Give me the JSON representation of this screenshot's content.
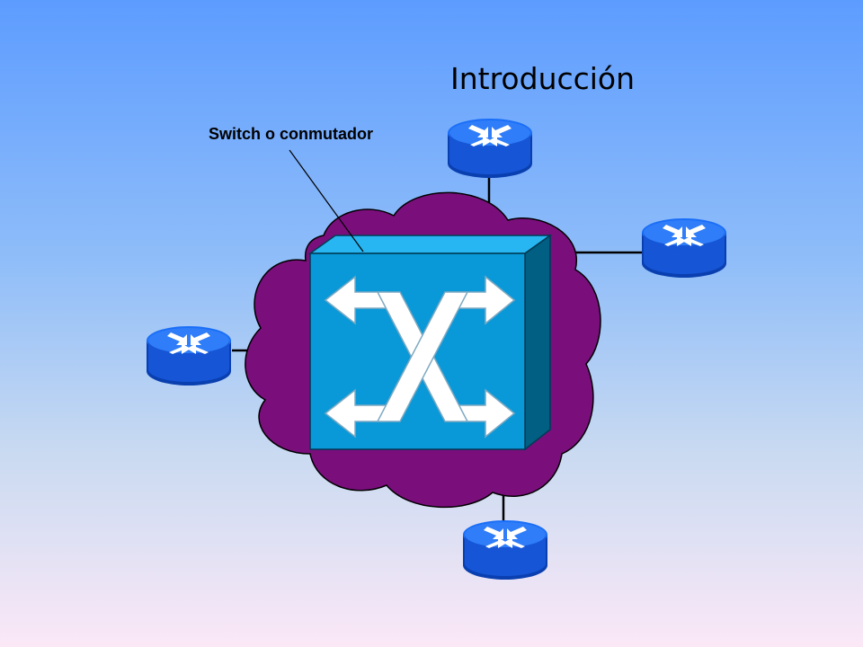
{
  "slide": {
    "title": "Introducción",
    "switch_label": "Switch o conmutador"
  },
  "colors": {
    "cloud": "#7a0f7c",
    "switch_front": "#0a99d8",
    "switch_top": "#27b6f1",
    "switch_side": "#005f82",
    "router": "#1a6ef7",
    "router_dark": "#0a3fb0"
  },
  "diagram": {
    "switch": {
      "name": "switch-icon",
      "kind": "lan-switch"
    },
    "routers": [
      {
        "name": "router-top"
      },
      {
        "name": "router-right"
      },
      {
        "name": "router-left"
      },
      {
        "name": "router-bottom"
      }
    ]
  }
}
